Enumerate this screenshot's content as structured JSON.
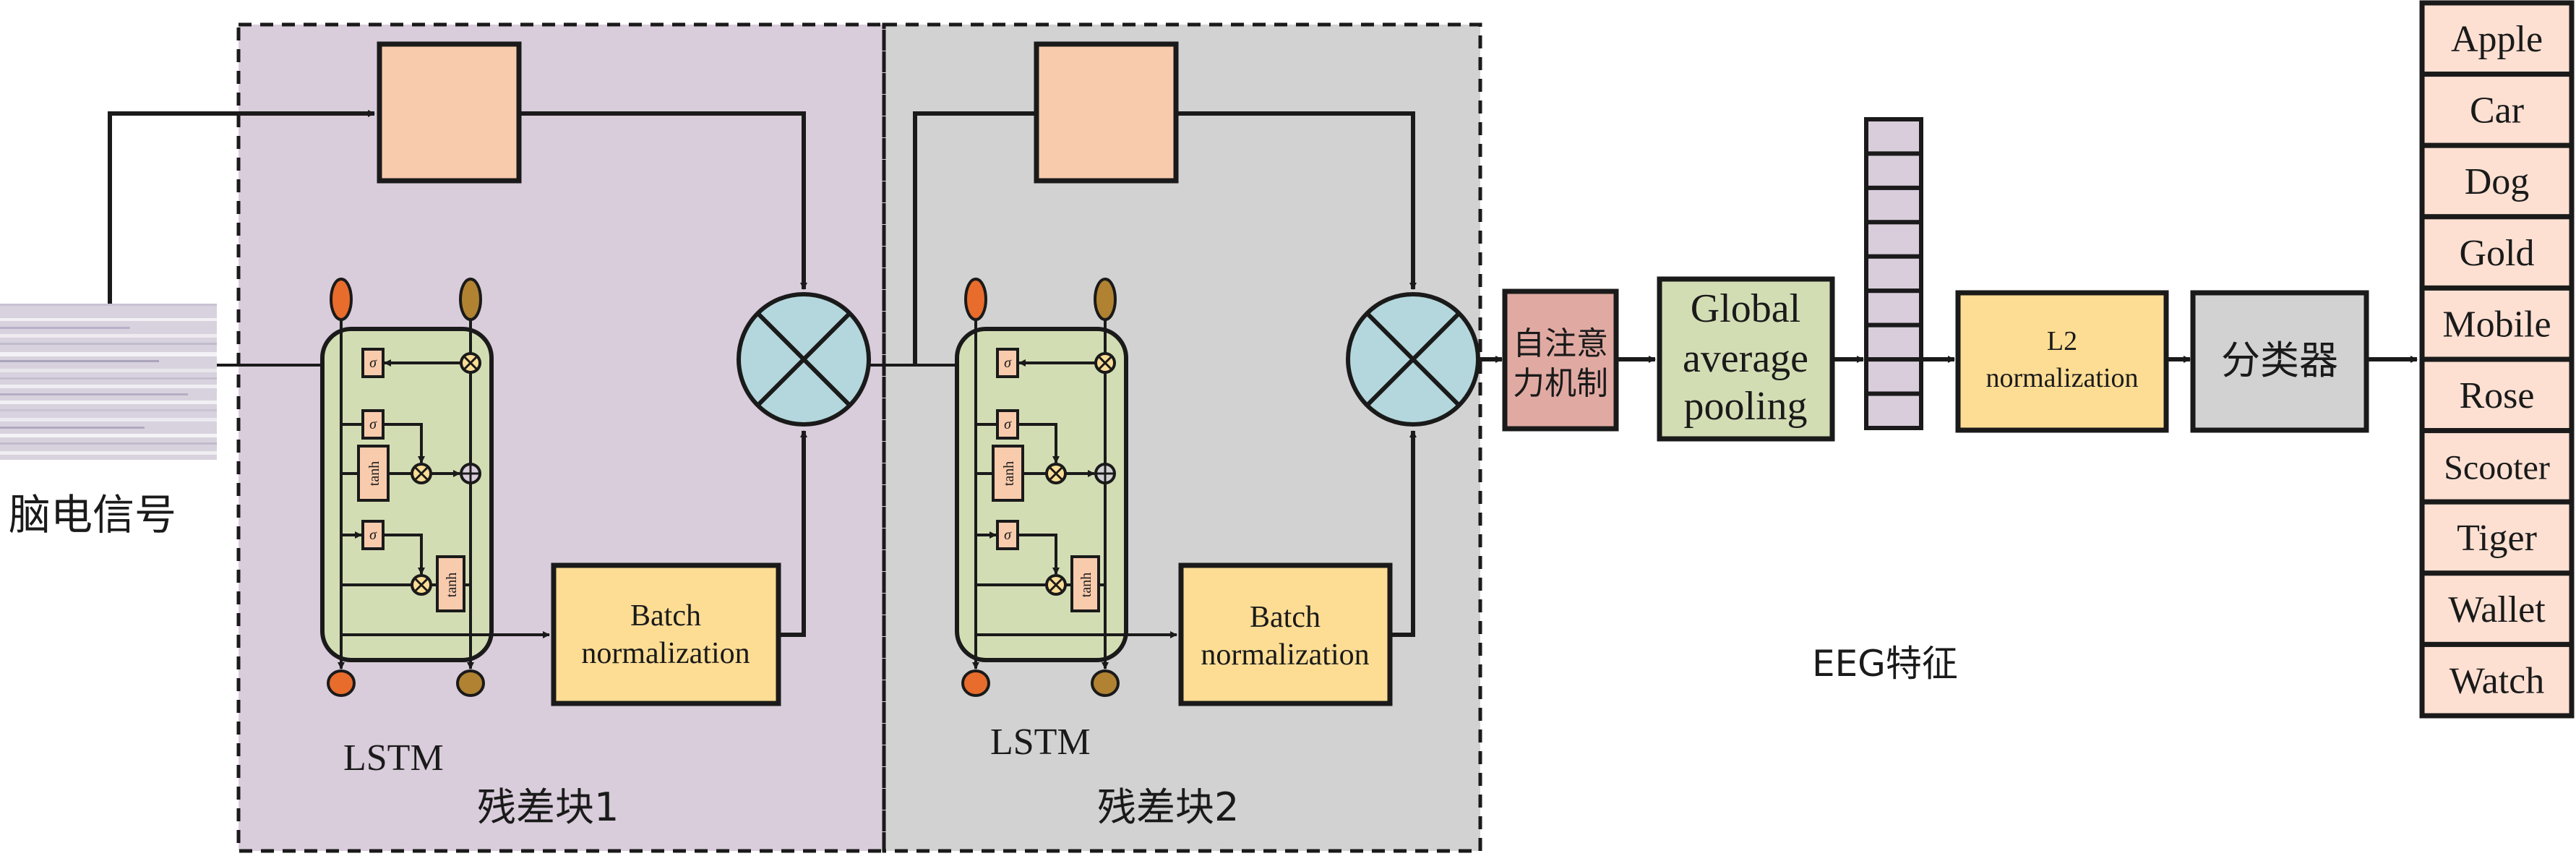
{
  "input": {
    "label": "脑电信号",
    "image_name": "eeg-signal-image"
  },
  "residual_blocks": [
    {
      "title": "残差块1",
      "lstm_label": "LSTM",
      "batch_norm_line1": "Batch",
      "batch_norm_line2": "normalization",
      "gates": {
        "sigma": "σ",
        "tanh": "tanh"
      },
      "bg_color": "#d9ccdb"
    },
    {
      "title": "残差块2",
      "lstm_label": "LSTM",
      "batch_norm_line1": "Batch",
      "batch_norm_line2": "normalization",
      "gates": {
        "sigma": "σ",
        "tanh": "tanh"
      },
      "bg_color": "#d2d2d2"
    }
  ],
  "attention": {
    "line1": "自注意",
    "line2": "力机制"
  },
  "gap": {
    "line1": "Global",
    "line2": "average",
    "line3": "pooling"
  },
  "features": {
    "label": "EEG特征",
    "cells": 9
  },
  "l2": {
    "line1": "L2",
    "line2": "normalization"
  },
  "classifier": {
    "label": "分类器"
  },
  "classes": [
    "Apple",
    "Car",
    "Dog",
    "Gold",
    "Mobile",
    "Rose",
    "Scooter",
    "Tiger",
    "Wallet",
    "Watch"
  ],
  "colors": {
    "peach": "#f9cbad",
    "multiply_circle": "#b3d7dc",
    "lstm_cell": "#d3ddb4",
    "batch_norm": "#fddd94",
    "orange_port": "#e86c2c",
    "brown_port": "#b08232",
    "attention": "#e0aaa3",
    "gap": "#d3ddb4",
    "feature": "#d9ccdb",
    "l2": "#fddd94",
    "classifier": "#d2d2d2",
    "class_cell": "#fde0d2"
  }
}
